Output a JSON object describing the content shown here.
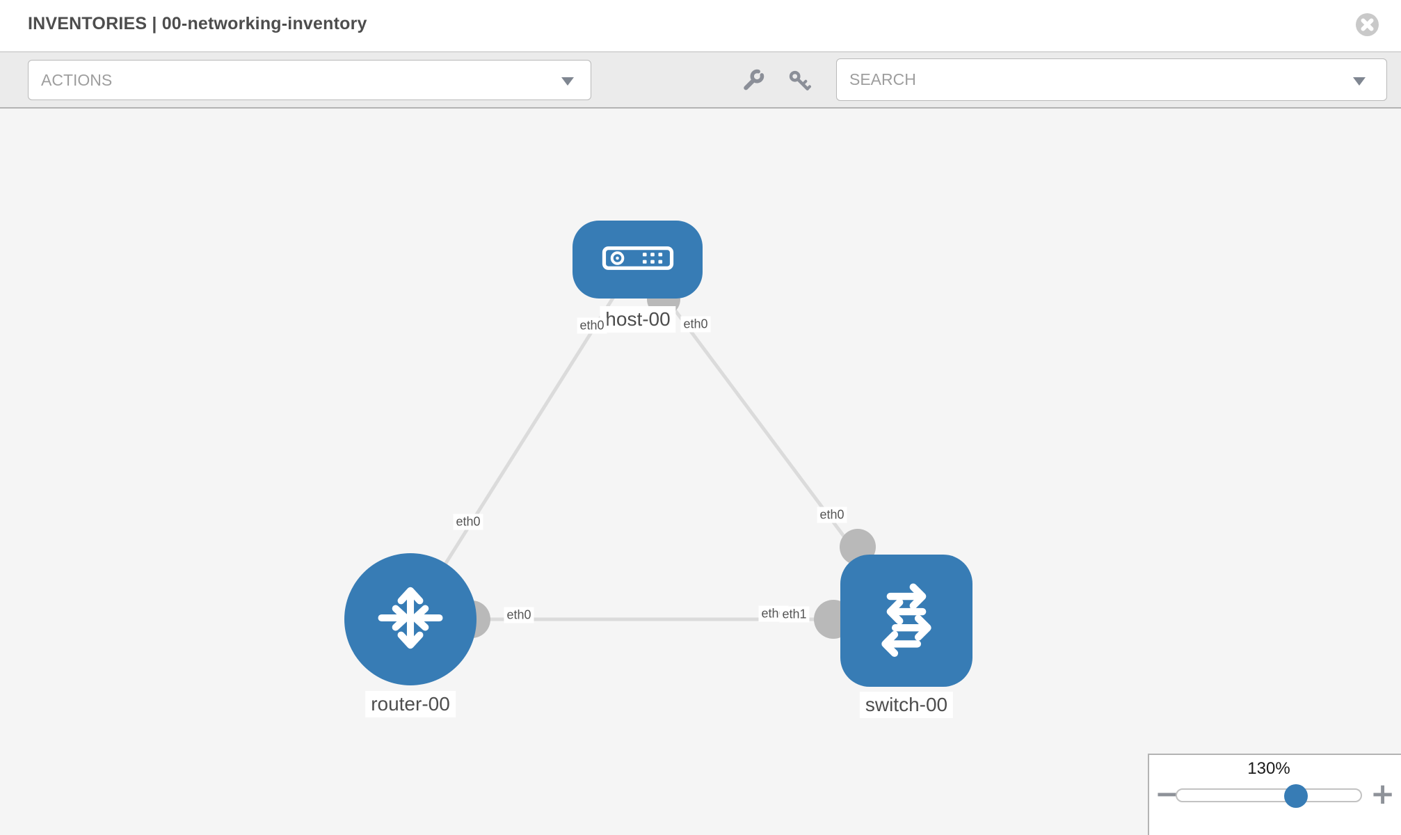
{
  "header": {
    "title": "INVENTORIES | 00-networking-inventory"
  },
  "toolbar": {
    "actions_label": "ACTIONS",
    "search_label": "SEARCH"
  },
  "icons": {
    "close": "circle-x",
    "wrench": "wrench",
    "key": "key",
    "dropdown_caret": "chevron-down",
    "zoom_out_glyph": "−",
    "zoom_in_glyph": "+"
  },
  "colors": {
    "node_blue": "#377cb5",
    "link_gray": "#dbdbdb",
    "connector_gray": "#b9b9b9",
    "toolbar_bg": "#ebebeb",
    "canvas_bg": "#f5f5f5"
  },
  "topology": {
    "nodes": [
      {
        "id": "host-00",
        "type": "host",
        "label": "host-00"
      },
      {
        "id": "router-00",
        "type": "router",
        "label": "router-00"
      },
      {
        "id": "switch-00",
        "type": "switch",
        "label": "switch-00"
      }
    ],
    "links": [
      {
        "from": "router-00",
        "to": "host-00"
      },
      {
        "from": "host-00",
        "to": "switch-00"
      },
      {
        "from": "router-00",
        "to": "switch-00"
      }
    ],
    "interface_labels": [
      {
        "text": "eth0",
        "near": "host-00, link to router-00"
      },
      {
        "text": "eth0",
        "near": "host-00, link to switch-00"
      },
      {
        "text": "eth0",
        "near": "router-00, link to host-00"
      },
      {
        "text": "eth0",
        "near": "switch-00, link to host-00"
      },
      {
        "text": "eth0",
        "near": "router-00, link to switch-00"
      },
      {
        "text": "eth0",
        "near": "switch-00, link to router-00 (partially covered)"
      },
      {
        "text": "eth1",
        "near": "switch-00, link to router-00"
      }
    ]
  },
  "zoom_control": {
    "level": "130%"
  }
}
